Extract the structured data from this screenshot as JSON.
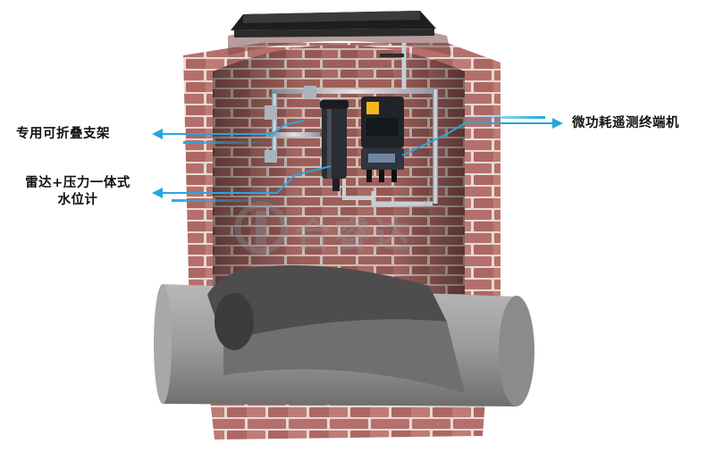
{
  "labels": {
    "bracket": "专用可折叠支架",
    "level_meter_line1": "雷达+压力一体式",
    "level_meter_line2": "水位计",
    "terminal": "微功耗遥测终端机"
  },
  "watermark": {
    "text": "合睿达",
    "mark": "®"
  },
  "colors": {
    "callout": "#27a6e0",
    "brick": "#b86e6a",
    "mortar": "#e9dcd8",
    "pipe": "#9a9a9a"
  }
}
